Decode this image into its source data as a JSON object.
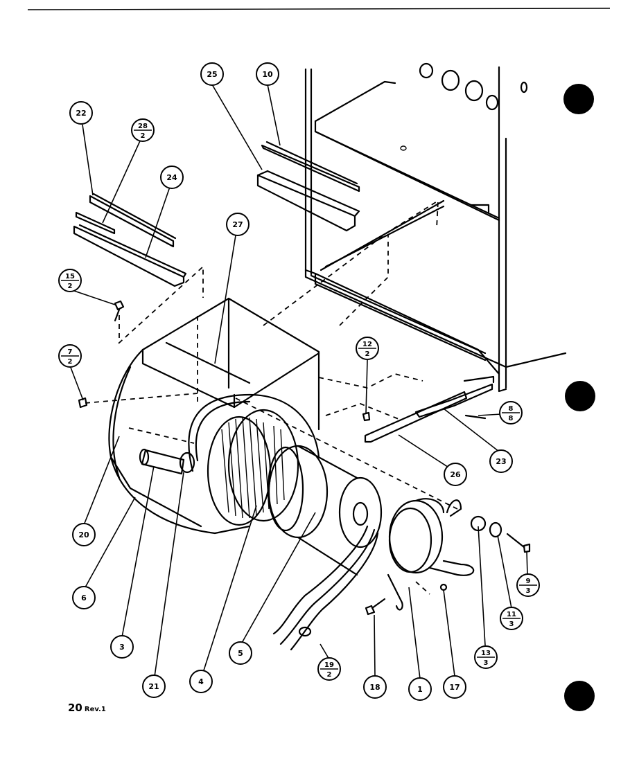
{
  "callouts": {
    "c22": "22",
    "c28": {
      "num": "28",
      "den": "2"
    },
    "c25": "25",
    "c10": "10",
    "c24": "24",
    "c27": "27",
    "c15": {
      "num": "15",
      "den": "2"
    },
    "c7": {
      "num": "7",
      "den": "2"
    },
    "c12": {
      "num": "12",
      "den": "2"
    },
    "c8": {
      "num": "8",
      "den": "8"
    },
    "c23": "23",
    "c26": "26",
    "c20": "20",
    "c6": "6",
    "c3": "3",
    "c21": "21",
    "c4": "4",
    "c5": "5",
    "c19": {
      "num": "19",
      "den": "2"
    },
    "c18": "18",
    "c1": "1",
    "c17": "17",
    "c13": {
      "num": "13",
      "den": "3"
    },
    "c11": {
      "num": "11",
      "den": "3"
    },
    "c9": {
      "num": "9",
      "den": "3"
    }
  },
  "footer": {
    "page_number": "20",
    "revision": "Rev.1"
  }
}
